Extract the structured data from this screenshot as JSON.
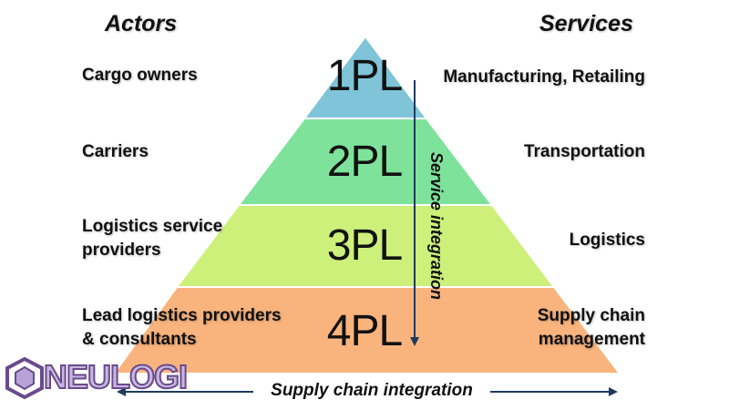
{
  "headers": {
    "actors": "Actors",
    "services": "Services"
  },
  "tiers": [
    {
      "code": "1PL",
      "actor": "Cargo owners",
      "service": "Manufacturing, Retailing",
      "color": "#7fc4d8"
    },
    {
      "code": "2PL",
      "actor": "Carriers",
      "service": "Transportation",
      "color": "#7ee29a"
    },
    {
      "code": "3PL",
      "actor": "Logistics service\nproviders",
      "service": "Logistics",
      "color": "#ccf07a"
    },
    {
      "code": "4PL",
      "actor": "Lead logistics providers\n& consultants",
      "service": "Supply chain\nmanagement",
      "color": "#f9b47e"
    }
  ],
  "arrows": {
    "service_integration": "Service integration",
    "supply_chain_integration": "Supply chain integration",
    "arrow_color": "#1f3a60"
  },
  "logo": {
    "text": "NEULOGI",
    "icon": "hexagon-logo-icon"
  }
}
